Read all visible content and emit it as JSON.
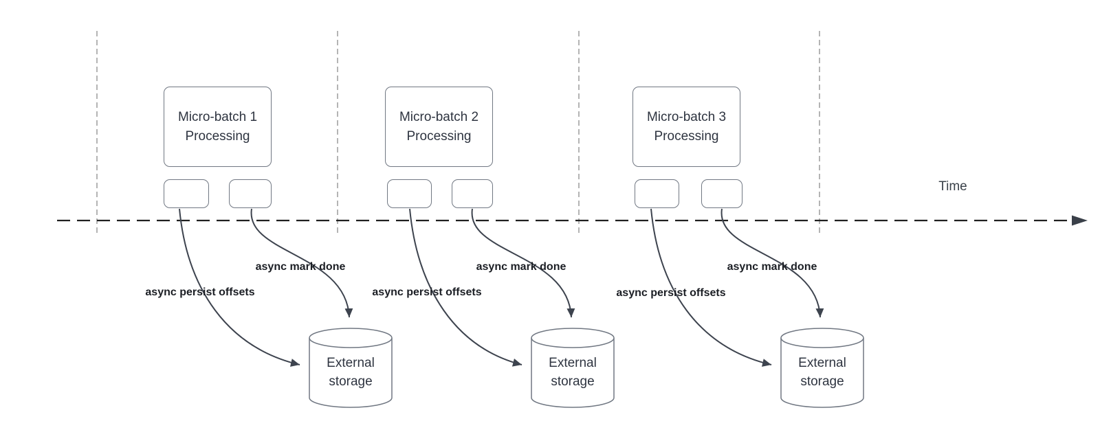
{
  "timeline": {
    "label": "Time"
  },
  "groups": [
    {
      "box_lines": [
        "Micro-batch 1",
        "Processing"
      ],
      "persist_label": "async persist offsets",
      "mark_label": "async mark done",
      "storage_lines": [
        "External",
        "storage"
      ]
    },
    {
      "box_lines": [
        "Micro-batch 2",
        "Processing"
      ],
      "persist_label": "async persist offsets",
      "mark_label": "async mark done",
      "storage_lines": [
        "External",
        "storage"
      ]
    },
    {
      "box_lines": [
        "Micro-batch 3",
        "Processing"
      ],
      "persist_label": "async persist offsets",
      "mark_label": "async mark done",
      "storage_lines": [
        "External",
        "storage"
      ]
    }
  ],
  "colors": {
    "background": "#ffffff",
    "guide_line": "#b4b4b4",
    "time_axis": "#202020",
    "arrow": "#3d434e",
    "shape_border": "#707782",
    "shape_text": "#2e3440",
    "label_text": "#1b1e24"
  }
}
